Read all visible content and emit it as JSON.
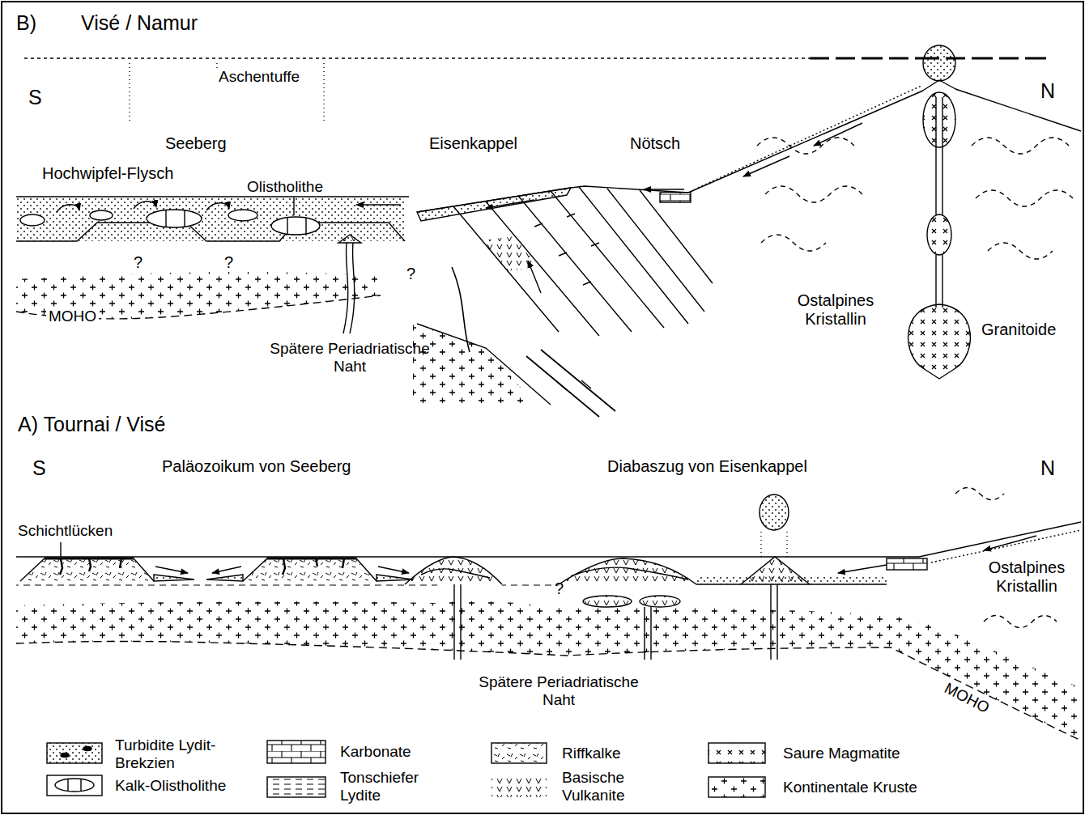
{
  "diagram": {
    "labels": [
      "B)",
      "Visé / Namur",
      "S",
      "Aschentuffe",
      "N",
      "Seeberg",
      "Eisenkappel",
      "Nötsch",
      "Hochwipfel-Flysch",
      "Olistholithe",
      "?",
      "?",
      "?",
      "MOHO",
      "Ostalpines Kristallin",
      "Granitoide",
      "Spätere Periadriatische Naht",
      "A) Tournai / Visé",
      "S",
      "Paläozoikum von Seeberg",
      "Diabaszug von Eisenkappel",
      "N",
      "Schichtlücken",
      "?",
      "Ostalpines Kristallin",
      "Spätere Periadriatische Naht",
      "MOHO"
    ],
    "legend": [
      {
        "text": "Turbidite Lydit-Brekzien"
      },
      {
        "text": "Kalk-Olistholithe"
      },
      {
        "text": "Karbonate"
      },
      {
        "text": "Tonschiefer Lydite"
      },
      {
        "text": "Riffkalke"
      },
      {
        "text": "Basische Vulkanite"
      },
      {
        "text": "Saure Magmatite"
      },
      {
        "text": "Kontinentale Kruste"
      }
    ]
  }
}
